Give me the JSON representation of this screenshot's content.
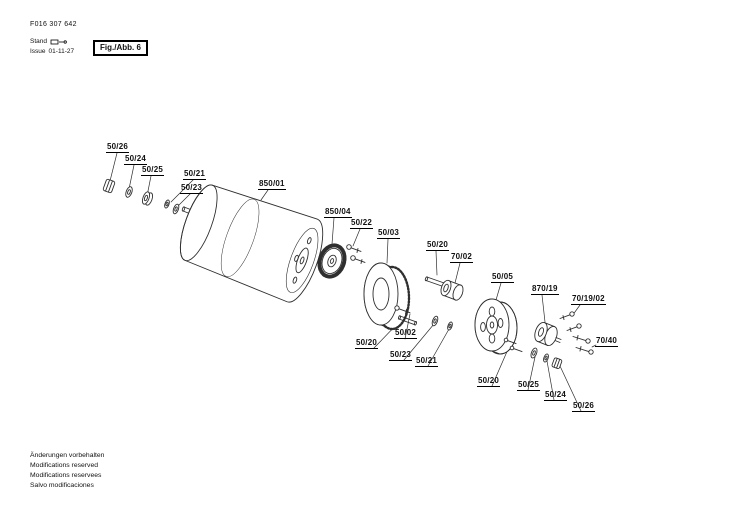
{
  "header": {
    "part_number": "F016 307 642",
    "stand_label": "Stand",
    "issue_label": "Issue",
    "issue_date": "01-11-27",
    "fig_label": "Fig./Abb. 6"
  },
  "footer": {
    "lines": [
      "Änderungen vorbehalten",
      "Modifications reserved",
      "Modifications reservees",
      "Salvo modificaciones"
    ]
  },
  "diagram": {
    "labels": [
      {
        "text": "50/26"
      },
      {
        "text": "50/24"
      },
      {
        "text": "50/25"
      },
      {
        "text": "50/21"
      },
      {
        "text": "50/23"
      },
      {
        "text": "850/01"
      },
      {
        "text": "850/04"
      },
      {
        "text": "50/22"
      },
      {
        "text": "50/03"
      },
      {
        "text": "50/20"
      },
      {
        "text": "70/02"
      },
      {
        "text": "50/05"
      },
      {
        "text": "870/19"
      },
      {
        "text": "70/19/02"
      },
      {
        "text": "70/40"
      },
      {
        "text": "50/20"
      },
      {
        "text": "50/02"
      },
      {
        "text": "50/23"
      },
      {
        "text": "50/21"
      },
      {
        "text": "50/20"
      },
      {
        "text": "50/25"
      },
      {
        "text": "50/24"
      },
      {
        "text": "50/26"
      }
    ]
  },
  "colors": {
    "line_color": "#2f2f2f",
    "text_color": "#000000"
  }
}
